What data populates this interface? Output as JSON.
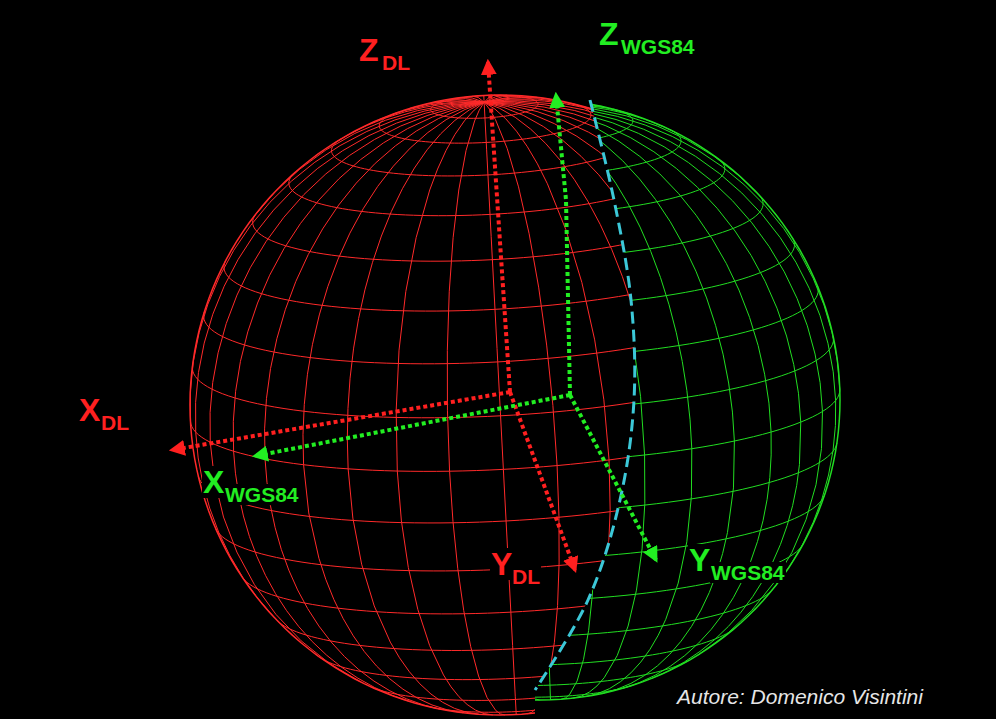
{
  "diagram": {
    "labels": [
      "Z",
      "DL",
      "Z",
      "WGS84",
      "X",
      "DL",
      "X",
      "WGS84",
      "Y",
      "DL",
      "Y",
      "WGS84",
      "Autore: Domenico Visintini"
    ]
  }
}
